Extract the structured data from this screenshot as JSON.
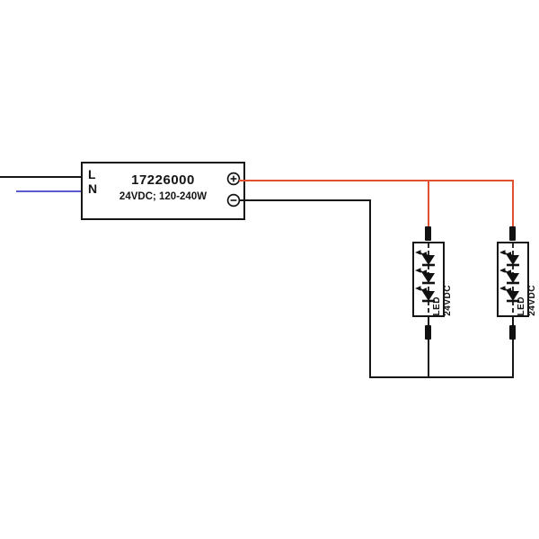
{
  "driver": {
    "input_terminals": {
      "live": "L",
      "neutral": "N"
    },
    "part_number": "17226000",
    "rating": "24VDC; 120-240W",
    "output_terminals": {
      "positive": "+",
      "negative": "−"
    }
  },
  "led_modules": [
    {
      "label": "LED",
      "rating": "24VDC",
      "diode_count": 3
    },
    {
      "label": "LED",
      "rating": "24VDC",
      "diode_count": 3
    }
  ],
  "colors": {
    "positive_wire": "#e0502e",
    "neutral_wire": "#5a5ace",
    "wire_black": "#161616"
  }
}
